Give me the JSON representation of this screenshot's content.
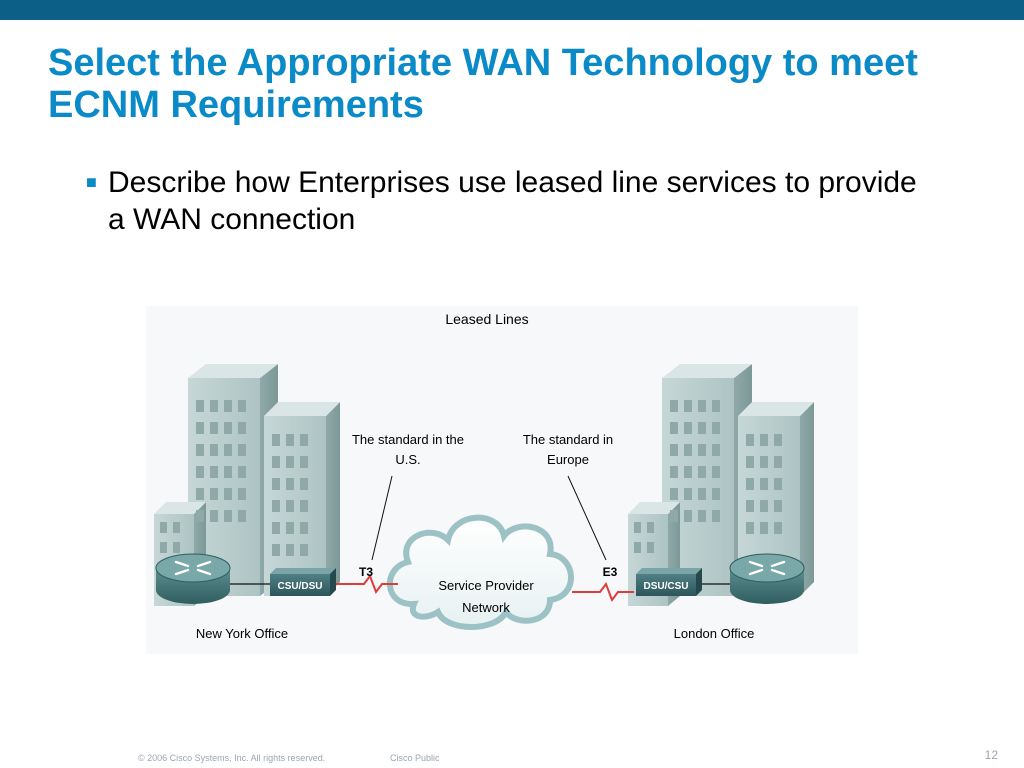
{
  "slide": {
    "title_line1": "Select the Appropriate WAN Technology to meet",
    "title_line2": "ECNM Requirements",
    "bullet": "Describe how Enterprises use leased line services to provide a WAN connection",
    "colors": {
      "top_bar": "#0c5f86",
      "title": "#0a8ac7",
      "bullet_marker": "#0a8ac7",
      "leased_line": "#e03a3a"
    },
    "icons": {
      "bullet": "square-bullet-icon",
      "router": "router-icon",
      "cloud": "cloud-icon",
      "building": "office-building-icon"
    }
  },
  "diagram": {
    "title": "Leased Lines",
    "us_note_line1": "The standard in the",
    "us_note_line2": "U.S.",
    "eu_note_line1": "The standard in",
    "eu_note_line2": "Europe",
    "left_device": "CSU/DSU",
    "right_device": "DSU/CSU",
    "left_line_label": "T3",
    "right_line_label": "E3",
    "cloud_line1": "Service Provider",
    "cloud_line2": "Network",
    "left_site": "New York Office",
    "right_site": "London Office"
  },
  "footer": {
    "copyright": "© 2006 Cisco Systems, Inc. All rights reserved.",
    "classification": "Cisco Public",
    "page_number": "12"
  }
}
